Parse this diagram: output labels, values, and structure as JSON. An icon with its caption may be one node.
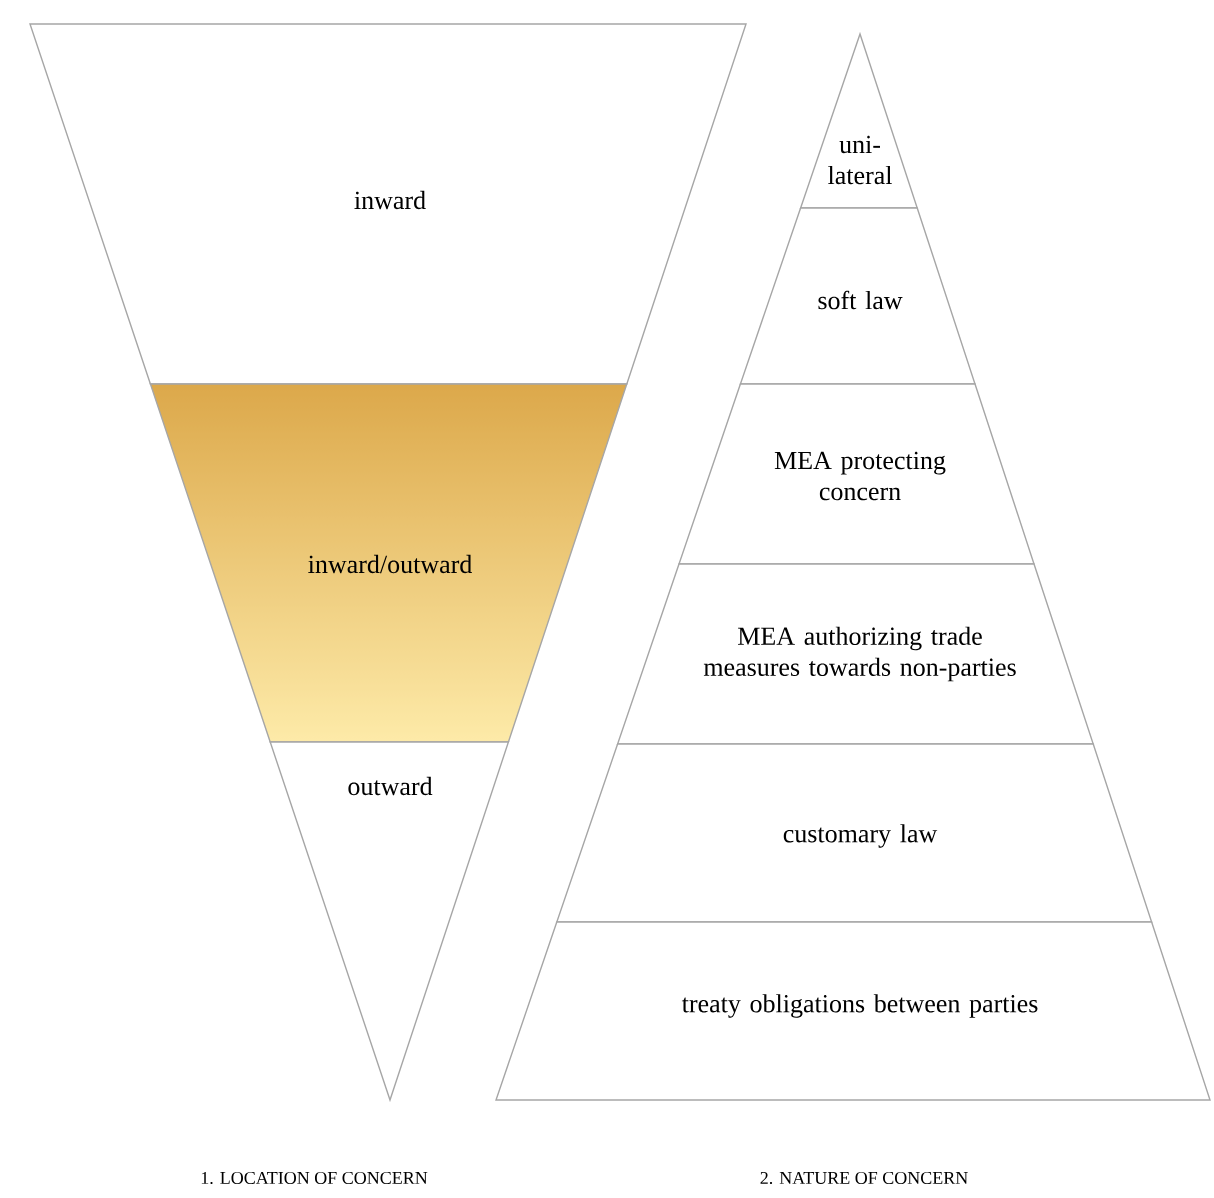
{
  "diagram": {
    "nodes": [
      {
        "text": [
          "inward"
        ]
      },
      {
        "text": [
          "inward/outward"
        ]
      },
      {
        "text": [
          "outward"
        ]
      },
      {
        "text": [
          "uni- lateral"
        ]
      },
      {
        "text": [
          "soft law"
        ]
      },
      {
        "text": [
          "MEA protecting concern"
        ]
      },
      {
        "text": [
          "MEA authorizing trade measures towards non-parties"
        ]
      },
      {
        "text": [
          "customary law"
        ]
      },
      {
        "text": [
          "treaty obligations between parties"
        ]
      }
    ],
    "labels": [
      "1. LOCATION OF CONCERN",
      "2. NATURE OF CONCERN"
    ]
  }
}
